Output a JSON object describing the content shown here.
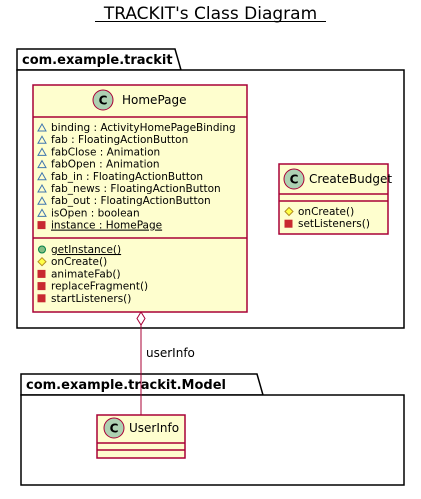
{
  "title": "TRACKIT's Class Diagram",
  "colors": {
    "class_fill": "#FEFECE",
    "class_border": "#A80036",
    "package_fill": "#FFFFFF",
    "package_border": "#000000",
    "class_icon": "#ADD1B2",
    "public_icon": "#84BE84",
    "protected_icon": "#FFFF44",
    "private_icon": "#C82930",
    "package_private_icon": "#4177AF"
  },
  "packages": [
    {
      "name": "com.example.trackit"
    },
    {
      "name": "com.example.trackit.Model"
    }
  ],
  "classes": {
    "homepage": {
      "name": "HomePage",
      "stereotype_letter": "C",
      "fields": [
        {
          "visibility": "package",
          "text": "binding : ActivityHomePageBinding",
          "static": false
        },
        {
          "visibility": "package",
          "text": "fab : FloatingActionButton",
          "static": false
        },
        {
          "visibility": "package",
          "text": "fabClose : Animation",
          "static": false
        },
        {
          "visibility": "package",
          "text": "fabOpen : Animation",
          "static": false
        },
        {
          "visibility": "package",
          "text": "fab_in : FloatingActionButton",
          "static": false
        },
        {
          "visibility": "package",
          "text": "fab_news : FloatingActionButton",
          "static": false
        },
        {
          "visibility": "package",
          "text": "fab_out : FloatingActionButton",
          "static": false
        },
        {
          "visibility": "package",
          "text": "isOpen : boolean",
          "static": false
        },
        {
          "visibility": "private",
          "text": "instance : HomePage",
          "static": true
        }
      ],
      "methods": [
        {
          "visibility": "public",
          "text": "getInstance()",
          "static": true
        },
        {
          "visibility": "protected",
          "text": "onCreate()",
          "static": false
        },
        {
          "visibility": "private",
          "text": "animateFab()",
          "static": false
        },
        {
          "visibility": "private",
          "text": "replaceFragment()",
          "static": false
        },
        {
          "visibility": "private",
          "text": "startListeners()",
          "static": false
        }
      ]
    },
    "createbudget": {
      "name": "CreateBudget",
      "stereotype_letter": "C",
      "fields": [],
      "methods": [
        {
          "visibility": "protected",
          "text": "onCreate()",
          "static": false
        },
        {
          "visibility": "private",
          "text": "setListeners()",
          "static": false
        }
      ]
    },
    "userinfo": {
      "name": "UserInfo",
      "stereotype_letter": "C",
      "fields": [],
      "methods": []
    }
  },
  "relations": [
    {
      "from": "HomePage",
      "to": "UserInfo",
      "type": "aggregation",
      "label": "userInfo"
    }
  ]
}
